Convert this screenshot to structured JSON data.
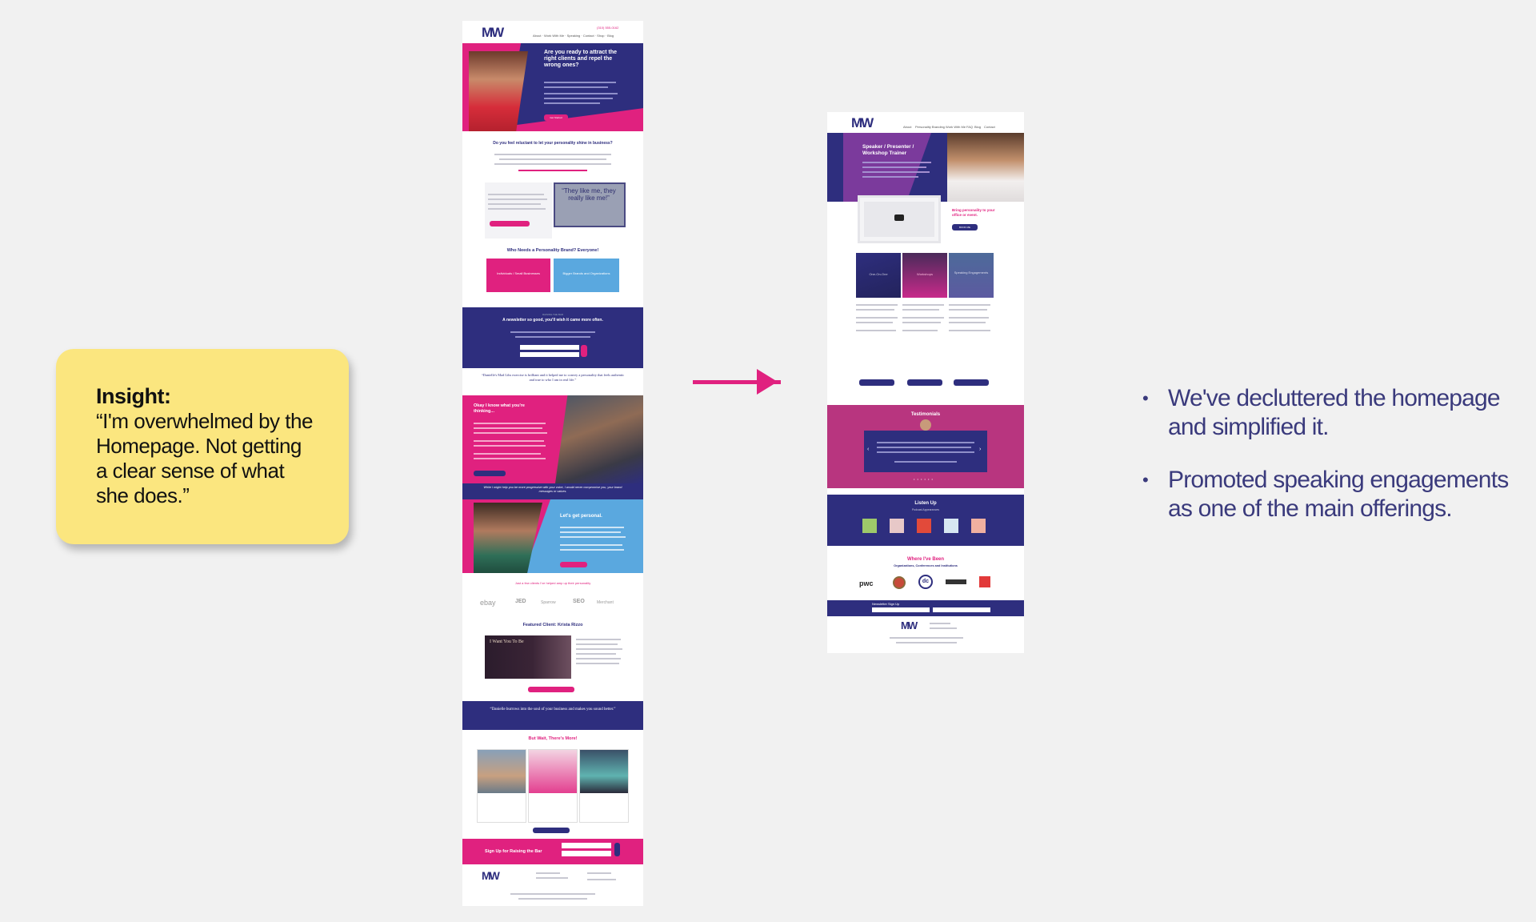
{
  "insight": {
    "title": "Insight:",
    "quote": "“I'm overwhelmed by the Homepage. Not getting a clear sense of what she does.”"
  },
  "bullets": [
    "We've decluttered the homepage and simplified it.",
    "Promoted speaking engagements as one of the main offerings."
  ],
  "old_page": {
    "hero_heading": "Are you ready to attract the right clients and repel the wrong ones?",
    "hero_button": "Get Started",
    "section1_heading": "Do you feel reluctant to let your personality shine in business?",
    "video_quote": "“They like me, they really like me!”",
    "who_needs": "Who Needs a Personality Brand? Everyone!",
    "tile1": "Individuals / Small Businesses",
    "tile2": "Bigger Brands and Organizations",
    "newsletter_kicker": "RAISING THE BAR",
    "newsletter_heading": "A newsletter so good, you'll wish it came more often.",
    "quote1": "“Danielle's Mad Libs exercise is brilliant and it helped me to convey a personality that feels authentic and true to who I am in real life.”",
    "okay_heading": "Okay I know what you're thinking...",
    "band_text": "While I might help you be more progressive with your voice, I would never compromise you, your brand messages or values.",
    "personal_heading": "Let's get personal.",
    "clients_line": "Just a few clients I've helped amp up their personality",
    "logos": [
      "ebay",
      "JED",
      "Sparrow",
      "SEO",
      "Merchant"
    ],
    "featured": "Featured Client: Krista Rizzo",
    "featured_img_text": "I Want You To Be",
    "quote2": "“Danielle burrows into the soul of your business and makes you sound better.”",
    "more_heading": "But Wait, There's More!",
    "signup": "Sign Up for Raising the Bar",
    "logo_mark": "MW"
  },
  "new_page": {
    "nav": [
      "About",
      "Personality Branding",
      "Work With Me",
      "FAQ",
      "Blog",
      "Contact"
    ],
    "hero_heading": "Speaker / Presenter / Workshop Trainer",
    "bring_text": "Bring personality to your office or event.",
    "book_button": "BOOK ME",
    "services": [
      "One-On-One",
      "Workshops",
      "Speaking Engagements"
    ],
    "testimonials": "Testimonials",
    "listen_up": "Listen Up",
    "podcast": "Podcast Appearances",
    "where": "Where I've Been",
    "where_sub": "Organizations, Conferences and Institutions",
    "client_logos": [
      "pwc",
      "dc"
    ],
    "newsletter": "Newsletter Sign Up",
    "logo_mark": "MW"
  },
  "colors": {
    "magenta": "#e0217f",
    "navy": "#2e2e7e",
    "sky": "#5aa8df",
    "note": "#fbe67f",
    "text": "#3a3a7c"
  }
}
